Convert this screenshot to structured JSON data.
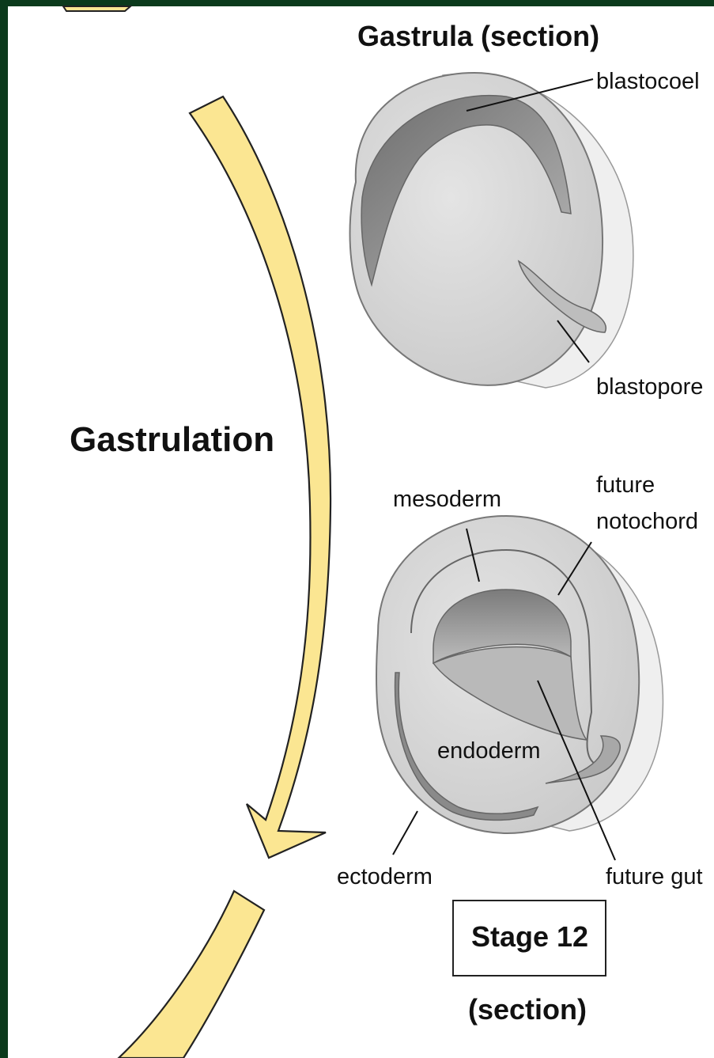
{
  "diagram": {
    "gastrula_title": "Gastrula (section)",
    "process_label": "Gastrulation",
    "labels": {
      "blastocoel": "blastocoel",
      "blastopore": "blastopore",
      "mesoderm": "mesoderm",
      "future_notochord_line1": "future",
      "future_notochord_line2": "notochord",
      "endoderm": "endoderm",
      "ectoderm": "ectoderm",
      "future_gut": "future gut"
    },
    "stage_box": "Stage 12",
    "stage_caption": "(section)"
  },
  "colors": {
    "background": "#0b3a1c",
    "panel": "#ffffff",
    "arrow_fill": "#fbe692",
    "embryo_fill": "#d6d6d6"
  }
}
